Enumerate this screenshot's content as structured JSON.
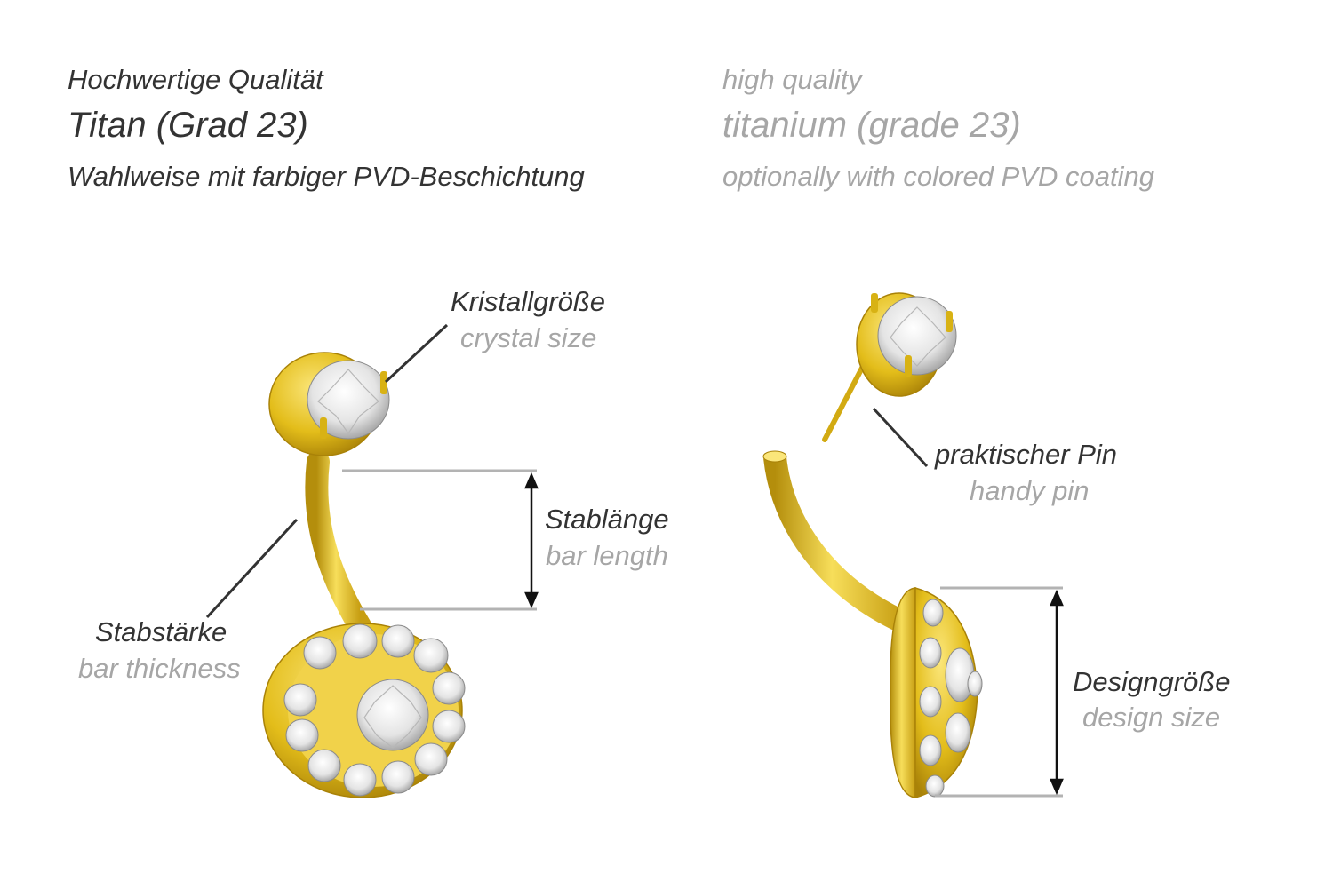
{
  "header": {
    "de": {
      "quality": "Hochwertige Qualität",
      "material": "Titan (Grad 23)",
      "coating": "Wahlweise mit farbiger PVD-Beschichtung"
    },
    "en": {
      "quality": "high quality",
      "material": "titanium (grade 23)",
      "coating": "optionally with colored PVD coating"
    }
  },
  "labels": {
    "crystal": {
      "de": "Kristallgröße",
      "en": "crystal size"
    },
    "bar_length": {
      "de": "Stablänge",
      "en": "bar length"
    },
    "bar_thickness": {
      "de": "Stabstärke",
      "en": "bar thickness"
    },
    "pin": {
      "de": "praktischer Pin",
      "en": "handy pin"
    },
    "design": {
      "de": "Designgröße",
      "en": "design size"
    }
  },
  "colors": {
    "gold": "#e6c21c",
    "gold_dark": "#b48e0c",
    "text_de": "#333333",
    "text_en": "#a6a6a6",
    "line": "#333333",
    "guide": "#b3b3b3"
  }
}
